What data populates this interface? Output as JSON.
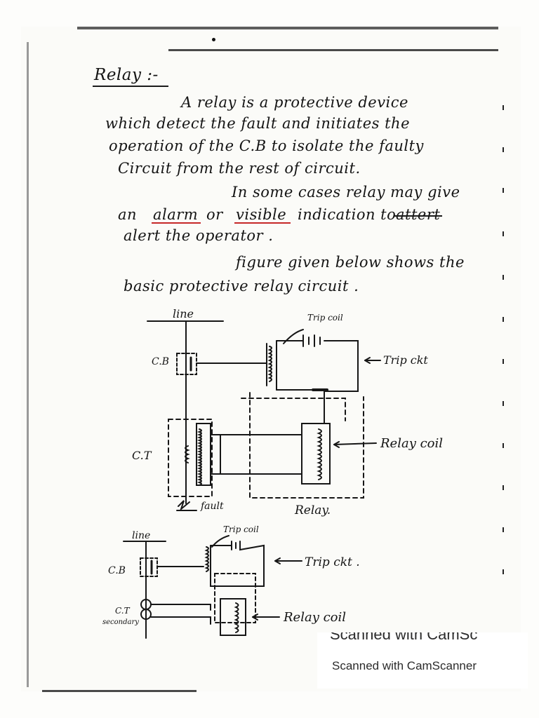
{
  "page": {
    "heading": "Relay :-",
    "paragraph1": [
      "A relay is a protective device",
      "which detect the fault and initiates the",
      "operation of the C.B to isolate the faulty",
      "Circuit from the rest of circuit."
    ],
    "paragraph2": {
      "line1": "In some cases relay may give",
      "line2_parts": [
        "an",
        "alarm",
        "or",
        "visible",
        "indication to",
        "attert"
      ],
      "line3": "alert the operator ."
    },
    "paragraph3": [
      "figure given below shows the",
      "basic protective relay circuit ."
    ]
  },
  "figure1": {
    "labels": {
      "line": "line",
      "trip_coil": "Trip coil",
      "cb": "C.B",
      "trip_ckt": "Trip ckt",
      "ct": "C.T",
      "relay_coil": "Relay coil",
      "fault": "fault",
      "relay": "Relay."
    }
  },
  "figure2": {
    "labels": {
      "line": "line",
      "trip_coil": "Trip coil",
      "cb": "C.B",
      "trip_ckt": "Trip ckt .",
      "ct": "C.T",
      "secondary": "secondary",
      "relay_coil": "Relay coil"
    }
  },
  "watermark": {
    "top_text": "Scanned with CamSc",
    "bottom_text": "Scanned with CamScanner"
  }
}
